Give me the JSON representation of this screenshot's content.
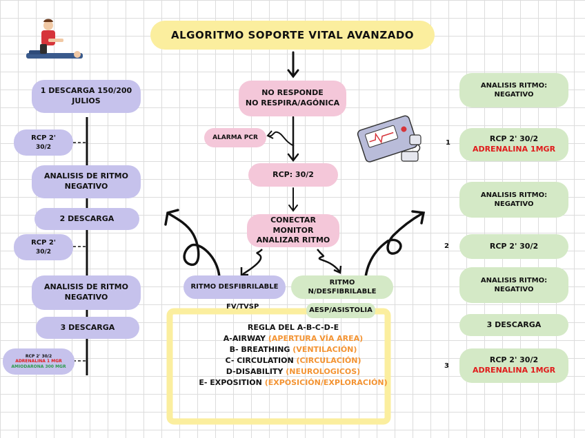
{
  "title": "ALGORITMO SOPORTE VITAL AVANZADO",
  "center": {
    "no_responde_1": "NO RESPONDE",
    "no_responde_2": "NO RESPIRA/AGÓNICA",
    "alarma": "ALARMA PCR",
    "rcp": "RCP: 30/2",
    "monitor_1": "CONECTAR MONITOR",
    "monitor_2": "ANALIZAR RITMO",
    "desfibrilable": "RITMO DESFIBRILABLE",
    "fv": "FV/TVSP",
    "no_desfibrilable": "RITMO N/DESFIBRILABLE",
    "aesp": "AESP/ASISTOLIA"
  },
  "left": {
    "descarga1_1": "1 DESCARGA 150/200",
    "descarga1_2": "JULIOS",
    "rcp1_1": "RCP 2'",
    "rcp1_2": "30/2",
    "analisis1_1": "ANALISIS DE RITMO",
    "analisis1_2": "NEGATIVO",
    "descarga2": "2 DESCARGA",
    "rcp2_1": "RCP 2'",
    "rcp2_2": "30/2",
    "analisis2_1": "ANALISIS DE RITMO",
    "analisis2_2": "NEGATIVO",
    "descarga3": "3 DESCARGA",
    "rcp3_1": "RCP 2' 30/2",
    "rcp3_2": "ADRENALINA 1 MGR",
    "rcp3_3": "AMIODARONA 300 MGR"
  },
  "right": {
    "analisis1_1": "ANALISIS RITMO:",
    "analisis1_2": "NEGATIVO",
    "rcp1_1": "RCP 2' 30/2",
    "rcp1_2": "ADRENALINA 1MGR",
    "analisis2_1": "ANALISIS RITMO:",
    "analisis2_2": "NEGATIVO",
    "rcp2": "RCP 2' 30/2",
    "analisis3_1": "ANALISIS RITMO:",
    "analisis3_2": "NEGATIVO",
    "descarga3": "3 DESCARGA",
    "rcp3_1": "RCP 2' 30/2",
    "rcp3_2": "ADRENALINA 1MGR",
    "num1": "1",
    "num2": "2",
    "num3": "3"
  },
  "regla": {
    "heading": "REGLA DEL A-B-C-D-E",
    "a_label": "A-AIRWAY",
    "a_desc": "(APERTURA VÍA AREA)",
    "b_label": "B- BREATHING",
    "b_desc": "(VENTILACIÓN)",
    "c_label": "C- CIRCULATION",
    "c_desc": "(CIRCULACIÓN)",
    "d_label": "D-DISABILITY",
    "d_desc": "(NEUROLOGICOS)",
    "e_label": "E- EXPOSITION",
    "e_desc": "(EXPOSICIÓN/EXPLORACIÓN)"
  },
  "colors": {
    "purple": "#c6c2ec",
    "pink": "#f4c7d9",
    "green": "#d4e9c6",
    "yellow": "#fbee9e",
    "red": "#e01b1b",
    "orange": "#f39332"
  },
  "icons": [
    "cpr-illustration-icon",
    "defibrillator-icon"
  ]
}
